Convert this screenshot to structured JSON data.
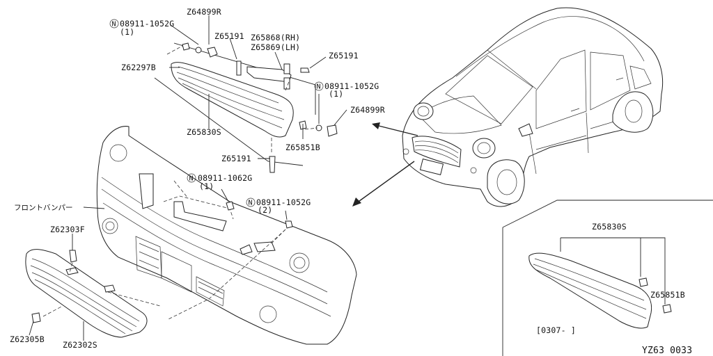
{
  "labels": {
    "top_left_clip": {
      "prefix": "N",
      "part": "08911-1052G",
      "qty": "(1)"
    },
    "top_cap": "Z64899R",
    "bracket_left_label": "Z65191",
    "bracket_rh": "Z65868(RH)",
    "bracket_lh": "Z65869(LH)",
    "bracket_right_label": "Z65191",
    "grille_upper_left": "Z62297B",
    "right_clip": {
      "prefix": "N",
      "part": "08911-1052G",
      "qty": "(1)"
    },
    "right_cap": "Z64899R",
    "upper_grille": "Z65830S",
    "mid_clip": "Z65851B",
    "lower_pin": "Z65191",
    "mid_bolt": {
      "prefix": "N",
      "part": "08911-1062G",
      "qty": "(1)"
    },
    "lower_bolt": {
      "prefix": "N",
      "part": "08911-1052G",
      "qty": "(2)"
    },
    "front_bumper": "フロントバンパー",
    "grille_clip": "Z62303F",
    "lower_grille": "Z62302S",
    "grille_screw": "Z62305B",
    "inset_grille": "Z65830S",
    "inset_clip": "Z65851B",
    "inset_date": "[0307-  ]",
    "page_code": "YZ63 0033"
  }
}
